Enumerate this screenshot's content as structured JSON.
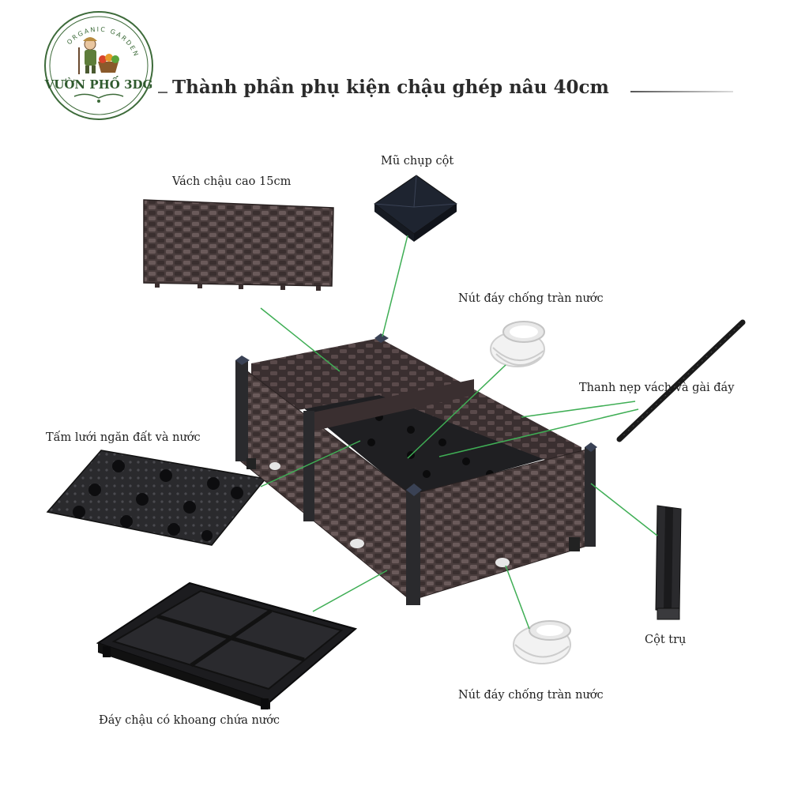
{
  "logo": {
    "arc_text": "ORGANIC GARDEN",
    "brand": "VƯỜN PHỐ 3DG"
  },
  "header": {
    "title": "Thành phần phụ kiện chậu ghép nâu 40cm"
  },
  "labels": {
    "wall": "Vách chậu cao 15cm",
    "cap": "Mũ chụp cột",
    "plug_top": "Nút đáy chống tràn nước",
    "rail": "Thanh nẹp vách và gài đáy",
    "mesh": "Tấm lưới ngăn đất và nước",
    "post": "Cột trụ",
    "plug_bottom": "Nút đáy chống tràn nước",
    "base": "Đáy chậu có khoang chứa nước"
  },
  "colors": {
    "leader_line": "#3fae55",
    "planter_brown": "#4a3d3d",
    "dark_plastic": "#1f1f22",
    "logo_green": "#3d6b3a"
  }
}
